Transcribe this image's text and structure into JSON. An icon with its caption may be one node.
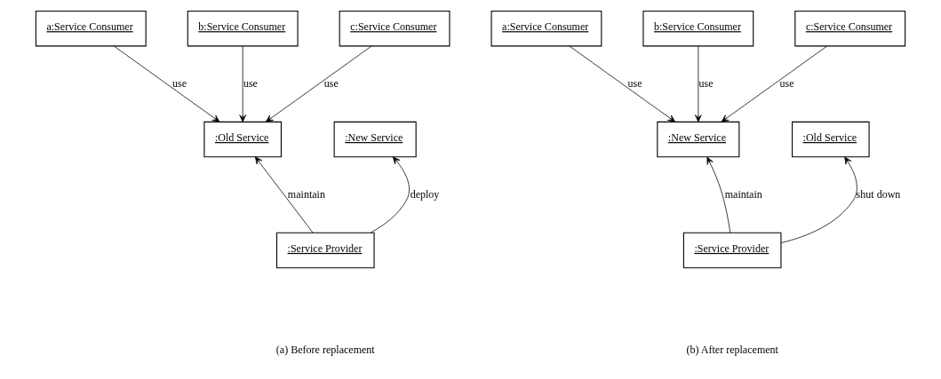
{
  "diagram": {
    "nodes": [
      {
        "text": [
          "a:Service Consumer"
        ]
      },
      {
        "text": [
          "b:Service Consumer"
        ]
      },
      {
        "text": [
          "c:Service Consumer"
        ]
      },
      {
        "text": [
          ":New Service"
        ]
      },
      {
        "text": [
          ":Old Service"
        ]
      },
      {
        "text": [
          ":Service Provider"
        ]
      },
      {
        "text": [
          "a:Service Consumer"
        ]
      },
      {
        "text": [
          "b:Service Consumer"
        ]
      },
      {
        "text": [
          "c:Service Consumer"
        ]
      },
      {
        "text": [
          ":New Service"
        ]
      },
      {
        "text": [
          ":Old Service"
        ]
      },
      {
        "text": [
          ":Service Provider"
        ]
      }
    ],
    "edges": [
      {
        "from": 0,
        "to": 4,
        "arrow": "to",
        "label": "use"
      },
      {
        "from": 1,
        "to": 4,
        "arrow": "to",
        "label": "use"
      },
      {
        "from": 2,
        "to": 4,
        "arrow": "to",
        "label": "use"
      },
      {
        "from": 5,
        "to": 3,
        "arrow": "to",
        "label": "deploy"
      },
      {
        "from": 5,
        "to": 4,
        "arrow": "to",
        "label": "maintain"
      },
      {
        "from": 6,
        "to": 9,
        "arrow": "to",
        "label": "use"
      },
      {
        "from": 7,
        "to": 9,
        "arrow": "to",
        "label": "use"
      },
      {
        "from": 8,
        "to": 9,
        "arrow": "to",
        "label": "use"
      },
      {
        "from": 11,
        "to": 9,
        "arrow": "to",
        "label": "maintain"
      },
      {
        "from": 11,
        "to": 10,
        "arrow": "to",
        "label": "shut down"
      }
    ],
    "labels": [
      "(a) Before replacement",
      "(b) After replacement"
    ]
  }
}
